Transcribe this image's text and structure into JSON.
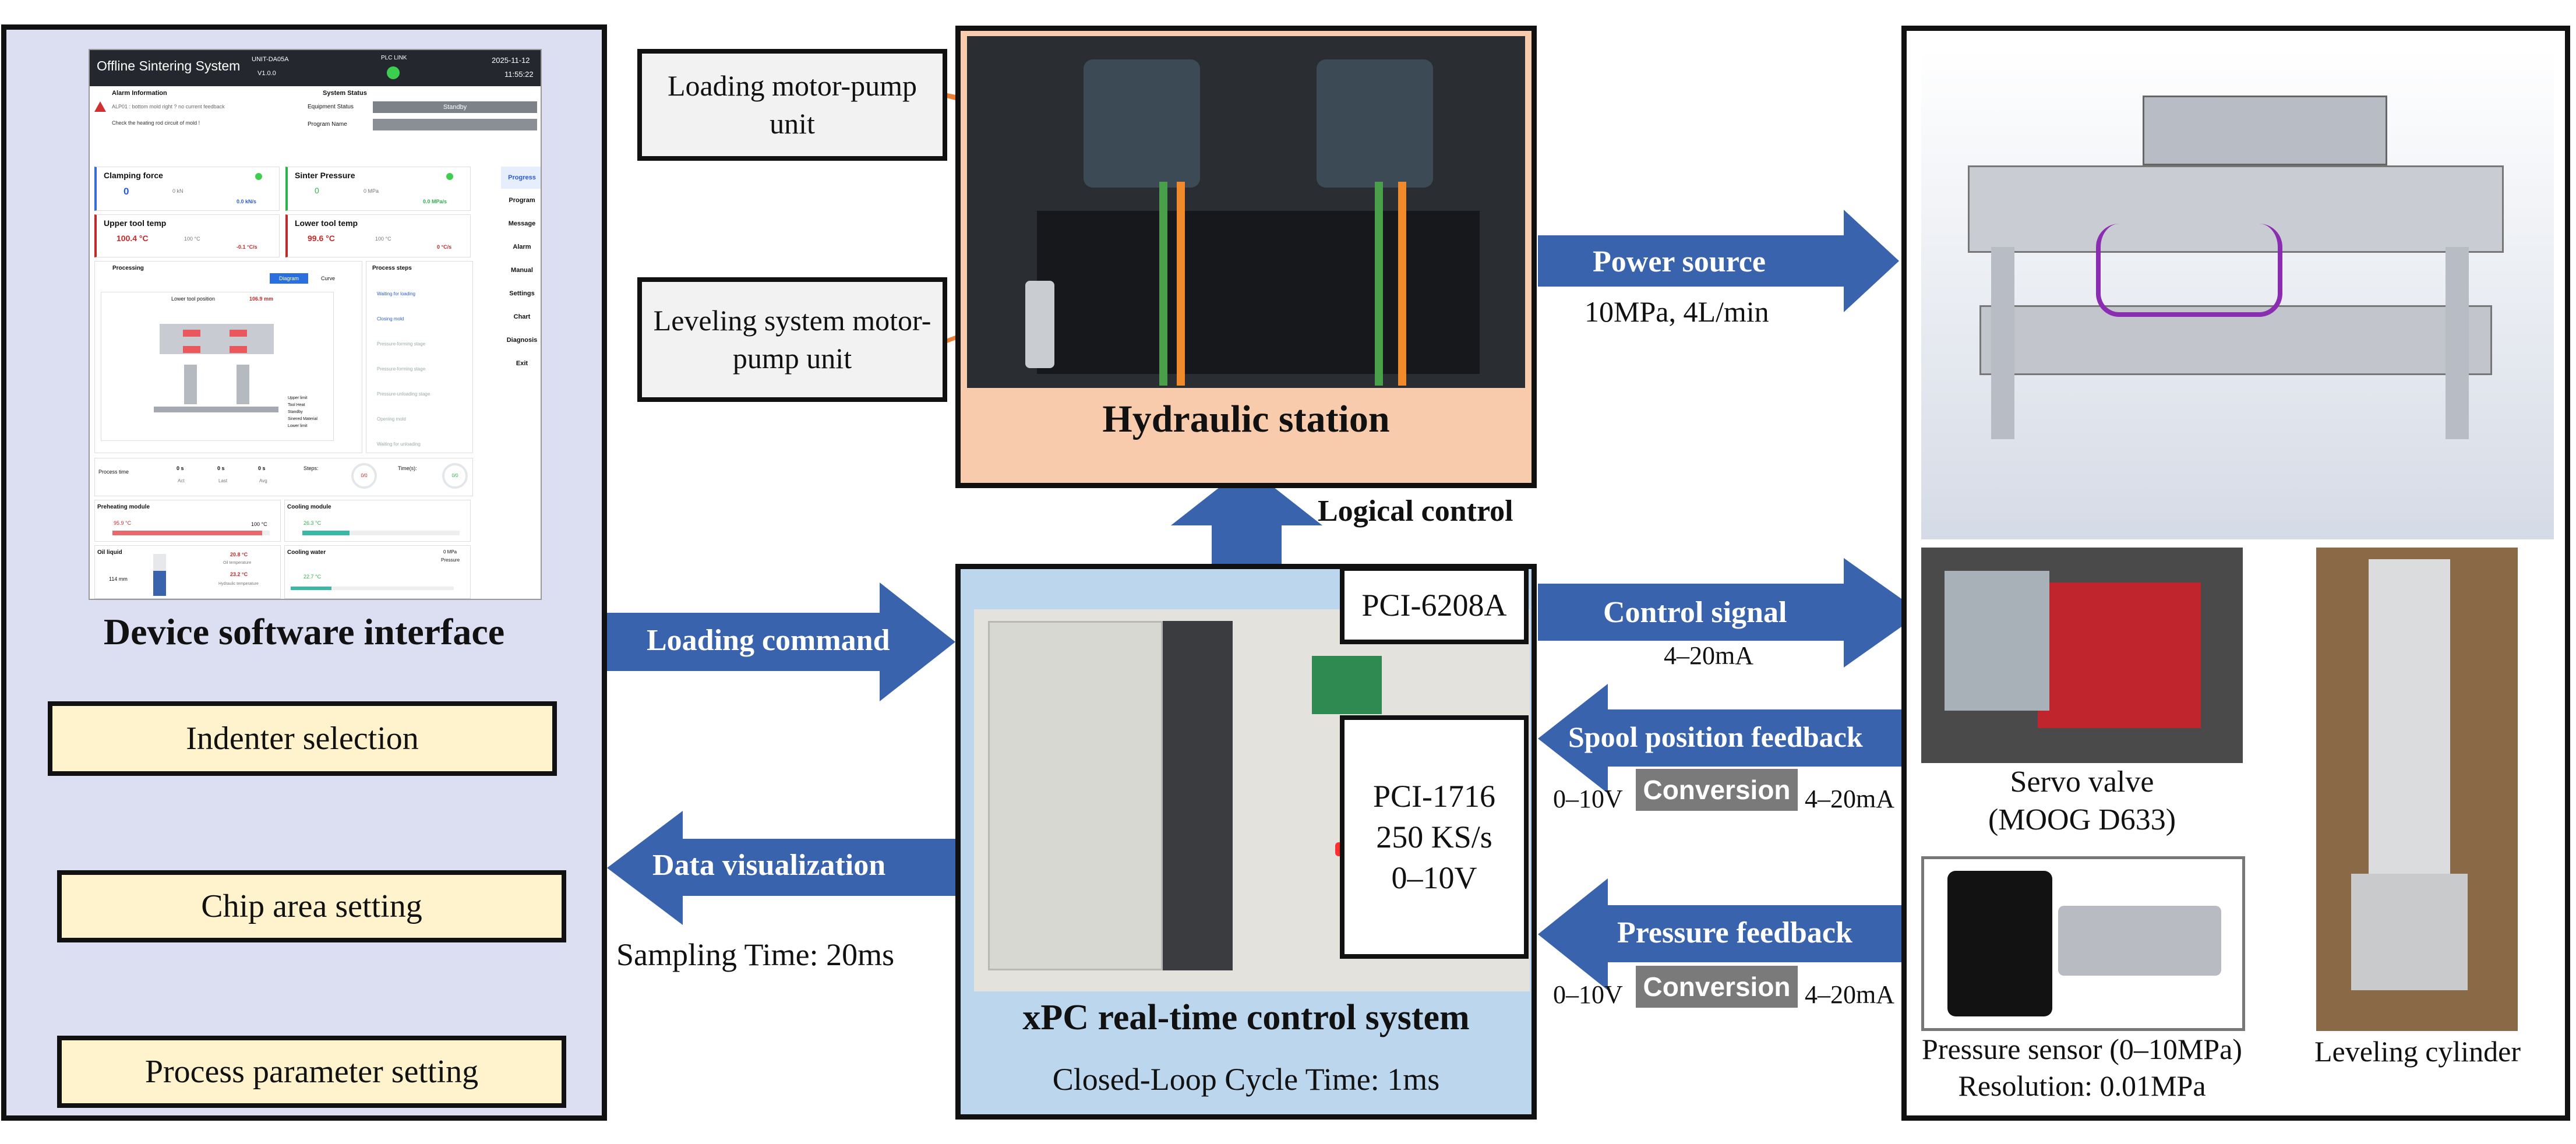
{
  "colors": {
    "arrow_blue": "#3a63ad",
    "link_orange": "#ed7d31",
    "left_panel_bg": "#dcdff2",
    "xpc_bg": "#bcd6ee",
    "hydraulic_bg": "#f8cbad",
    "flow_box_bg": "#fff3cd",
    "conversion_bg": "#7a7a7a"
  },
  "left_panel": {
    "caption": "Device software interface",
    "flow_steps": [
      "Indenter selection",
      "Chip area setting",
      "Process parameter setting"
    ],
    "software_ui": {
      "title": "Offline Sintering System",
      "unit": "UNIT-DA05A",
      "version": "V1.0.0",
      "plc_label": "PLC LINK",
      "date": "2025-11-12",
      "time": "11:55:22",
      "alarm_header": "Alarm Information",
      "alarm_line1": "ALP01 : bottom mold right ? no current feedback",
      "alarm_line2": "Check the heating rod circuit of mold !",
      "system_status_header": "System Status",
      "equipment_status_label": "Equipment Status",
      "equipment_status_value": "Standby",
      "program_name_label": "Program Name",
      "clamping_force_label": "Clamping force",
      "clamping_force_value": "0",
      "clamping_force_unit": "0 kN",
      "clamping_force_rate": "0.0 kN/s",
      "sinter_pressure_label": "Sinter Pressure",
      "sinter_pressure_value": "0",
      "sinter_pressure_unit": "0 MPa",
      "sinter_pressure_rate": "0.0 MPa/s",
      "upper_tool_label": "Upper tool temp",
      "upper_tool_value": "100.4 °C",
      "upper_tool_set": "100 °C",
      "upper_tool_rate": "-0.1 °C/s",
      "lower_tool_label": "Lower tool temp",
      "lower_tool_value": "99.6 °C",
      "lower_tool_set": "100 °C",
      "lower_tool_rate": "0 °C/s",
      "processing_label": "Processing",
      "diagram_tab": "Diagram",
      "curve_tab": "Curve",
      "lower_tool_position_label": "Lower tool position",
      "lower_tool_position_value": "106.9 mm",
      "legend_items": [
        "Upper limit",
        "Tool Heat",
        "Standby",
        "Sinered Material",
        "Lower limit"
      ],
      "process_steps_label": "Process steps",
      "process_steps": [
        "Waiting for loading",
        "Closing mold",
        "Pressure-forming stage",
        "Pressure-forming stage",
        "Pressure-unloading stage",
        "Opening mold",
        "Waiting for unloading"
      ],
      "process_time_label": "Process time",
      "process_time_values": [
        "0 s",
        "0 s",
        "0 s"
      ],
      "process_time_sub": [
        "Act",
        "Last",
        "Avg"
      ],
      "steps_label": "Steps:",
      "steps_value": "0/0",
      "times_label": "Time(s):",
      "times_value": "0/0",
      "preheating_label": "Preheating module",
      "preheating_value": "95.9 °C",
      "preheating_set": "100 °C",
      "cooling_module_label": "Cooling module",
      "cooling_module_value": "26.3 °C",
      "oil_label": "Oil liquid",
      "oil_level": "114 mm",
      "oil_temp": "20.8 °C",
      "oil_temp_note": "Oil temperature",
      "oil_temp2": "23.2 °C",
      "oil_temp2_note": "Hydraulic temperature",
      "cooling_water_label": "Cooling water",
      "cooling_water_value": "22.7 °C",
      "cooling_water_pressure": "0 MPa",
      "cooling_water_pressure_label": "Pressure",
      "oil_level_fraction": 0.6,
      "preheating_fraction": 0.95,
      "cooling_module_fraction": 0.3,
      "cooling_water_fraction": 0.25,
      "nav_items": [
        "Progress",
        "Program",
        "Message",
        "Alarm",
        "Manual",
        "Settings",
        "Chart",
        "Diagnosis",
        "Exit"
      ]
    }
  },
  "hydraulic": {
    "caption": "Hydraulic station",
    "label_loading": "Loading motor-pump unit",
    "label_leveling": "Leveling system motor-pump unit"
  },
  "xpc": {
    "caption": "xPC real-time control system",
    "cycle_time": "Closed-Loop Cycle Time: 1ms",
    "card1": "PCI-6208A",
    "card2_lines": [
      "PCI-1716",
      "250 KS/s",
      "0–10V"
    ]
  },
  "arrows": {
    "power_source": "Power source",
    "power_spec": "10MPa, 4L/min",
    "logical_control": "Logical control",
    "loading_command": "Loading command",
    "data_visualization": "Data visualization",
    "sampling_time": "Sampling Time: 20ms",
    "control_signal": "Control signal",
    "control_spec": "4–20mA",
    "spool_feedback": "Spool position feedback",
    "pressure_feedback": "Pressure feedback",
    "conversion": "Conversion",
    "range_left": "0–10V",
    "range_right": "4–20mA"
  },
  "right_panel": {
    "servo_label": "Servo valve",
    "servo_model": "(MOOG D633)",
    "sensor_label": "Pressure sensor (0–10MPa)",
    "sensor_resolution": "Resolution: 0.01MPa",
    "cylinder_label": "Leveling cylinder"
  }
}
